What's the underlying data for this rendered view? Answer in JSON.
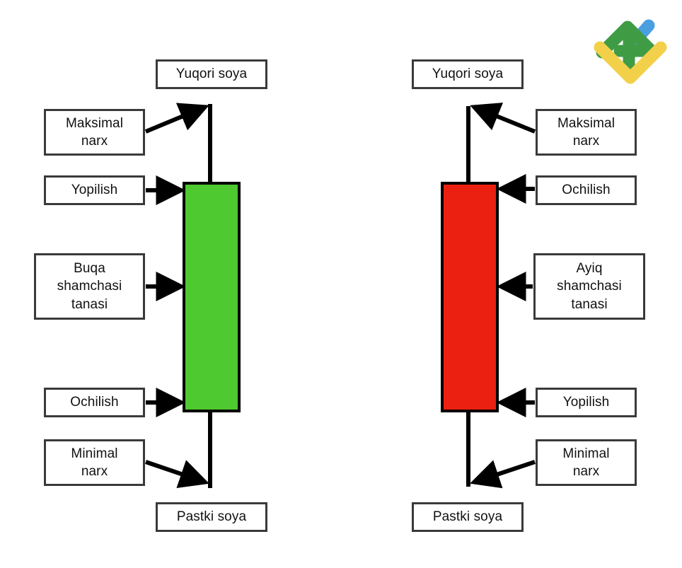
{
  "diagram": {
    "title": "Candlestick anatomy (Uzbek)",
    "background": "#ffffff",
    "box_border_color": "#3a3a3a",
    "arrow_color": "#000000",
    "bullish_color": "#4ec92f",
    "bearish_color": "#ec2010",
    "wick_color": "#000000"
  },
  "left_candle": {
    "type": "bullish",
    "color": "#4ec92f",
    "labels": {
      "upper_shadow": "Yuqori soya",
      "high_price": "Maksimal\nnarx",
      "close": "Yopilish",
      "body": "Buqa\nshamchasi\ntanasi",
      "open": "Ochilish",
      "low_price": "Minimal\nnarx",
      "lower_shadow": "Pastki soya"
    }
  },
  "right_candle": {
    "type": "bearish",
    "color": "#ec2010",
    "labels": {
      "upper_shadow": "Yuqori soya",
      "high_price": "Maksimal\nnarx",
      "open": "Ochilish",
      "body": "Ayiq\nshamchasi\ntanasi",
      "close": "Yopilish",
      "low_price": "Minimal\nnarx",
      "lower_shadow": "Pastki soya"
    }
  },
  "logo": {
    "name": "fx-logo",
    "colors": {
      "green": "#3f9c45",
      "blue": "#4a9fe0",
      "yellow": "#f3d04a"
    }
  }
}
